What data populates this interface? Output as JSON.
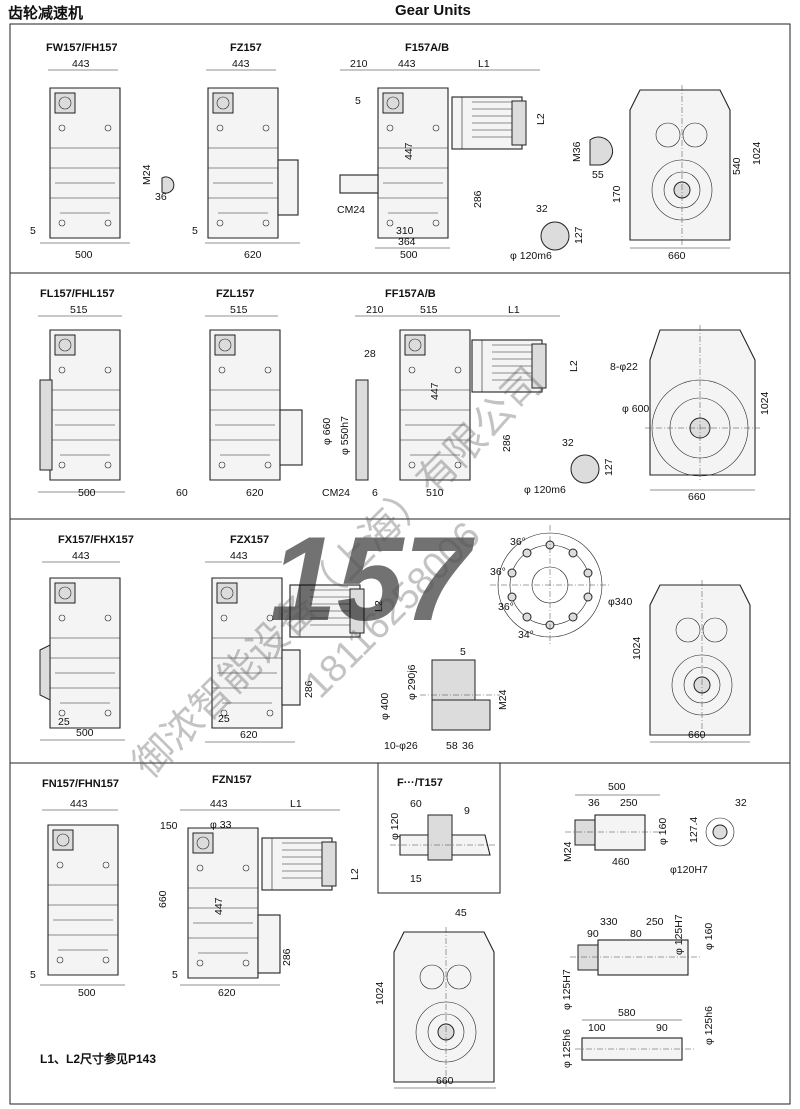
{
  "header": {
    "title_cn": "齿轮减速机",
    "title_en": "Gear Units"
  },
  "panels": {
    "fw157": {
      "title": "FW157/FH157",
      "d1": "443",
      "d2": "500",
      "d3": "5",
      "d4": "M24",
      "d5": "36"
    },
    "fz157": {
      "title": "FZ157",
      "d1": "443",
      "d2": "620",
      "d3": "5"
    },
    "f157ab": {
      "title": "F157A/B",
      "d1": "210",
      "d2": "443",
      "d3": "L1",
      "d4": "5",
      "d5": "L2",
      "d6": "447",
      "d7": "286",
      "d8": "CM24",
      "d9": "310",
      "d10": "364",
      "d11": "500",
      "d12": "M36",
      "d13": "55",
      "d14": "32",
      "d15": "127",
      "d16": "φ 120m6"
    },
    "end1": {
      "d1": "540",
      "d2": "1024",
      "d3": "170",
      "d4": "660"
    },
    "fl157": {
      "title": "FL157/FHL157",
      "d1": "515",
      "d2": "500"
    },
    "fzl157": {
      "title": "FZL157",
      "d1": "515",
      "d2": "60",
      "d3": "620"
    },
    "ff157ab": {
      "title": "FF157A/B",
      "d1": "210",
      "d2": "515",
      "d3": "L1",
      "d4": "28",
      "d5": "L2",
      "d6": "447",
      "d7": "φ 660",
      "d8": "φ 550h7",
      "d9": "286",
      "d10": "CM24",
      "d11": "6",
      "d12": "510",
      "d13": "32",
      "d14": "127",
      "d15": "φ 120m6"
    },
    "end2": {
      "d1": "8-φ22",
      "d2": "φ 600",
      "d3": "1024",
      "d4": "660"
    },
    "fx157": {
      "title": "FX157/FHX157",
      "d1": "443",
      "d2": "25",
      "d3": "500"
    },
    "fzx157": {
      "title": "FZX157",
      "d1": "443",
      "d2": "L2",
      "d3": "286",
      "d4": "25",
      "d5": "620"
    },
    "flange": {
      "d1": "φ 400",
      "d2": "φ 290j6",
      "d3": "5",
      "d4": "M24",
      "d5": "10-φ26",
      "d6": "58",
      "d7": "36",
      "d8": "36°",
      "d9": "36°",
      "d10": "36°",
      "d11": "34°",
      "d12": "φ340"
    },
    "end3": {
      "d1": "1024",
      "d2": "660"
    },
    "fn157": {
      "title": "FN157/FHN157",
      "d1": "443",
      "d2": "5",
      "d3": "500"
    },
    "fzn157": {
      "title": "FZN157",
      "d1": "443",
      "d2": "L1",
      "d3": "150",
      "d4": "φ 33",
      "d5": "660",
      "d6": "447",
      "d7": "L2",
      "d8": "286",
      "d9": "5",
      "d10": "620"
    },
    "ft157": {
      "title": "F···/T157",
      "d1": "60",
      "d2": "9",
      "d3": "φ 120",
      "d4": "15"
    },
    "end4": {
      "d1": "45",
      "d2": "1024",
      "d3": "660"
    },
    "shaft1": {
      "d1": "500",
      "d2": "36",
      "d3": "250",
      "d4": "M24",
      "d5": "φ 160",
      "d6": "460",
      "d7": "32",
      "d8": "127.4",
      "d9": "φ120H7"
    },
    "shaft2": {
      "d1": "330",
      "d2": "250",
      "d3": "90",
      "d4": "80",
      "d5": "φ 125H7",
      "d6": "φ 160",
      "d7": "φ 125H7"
    },
    "shaft3": {
      "d1": "580",
      "d2": "100",
      "d3": "90",
      "d4": "φ 125h6",
      "d5": "φ 125h6"
    }
  },
  "note": "L1、L2尺寸参见P143",
  "watermark": {
    "big": "157",
    "company": "御浓智能设备（上海）有限公司",
    "phone": "18116258006"
  }
}
